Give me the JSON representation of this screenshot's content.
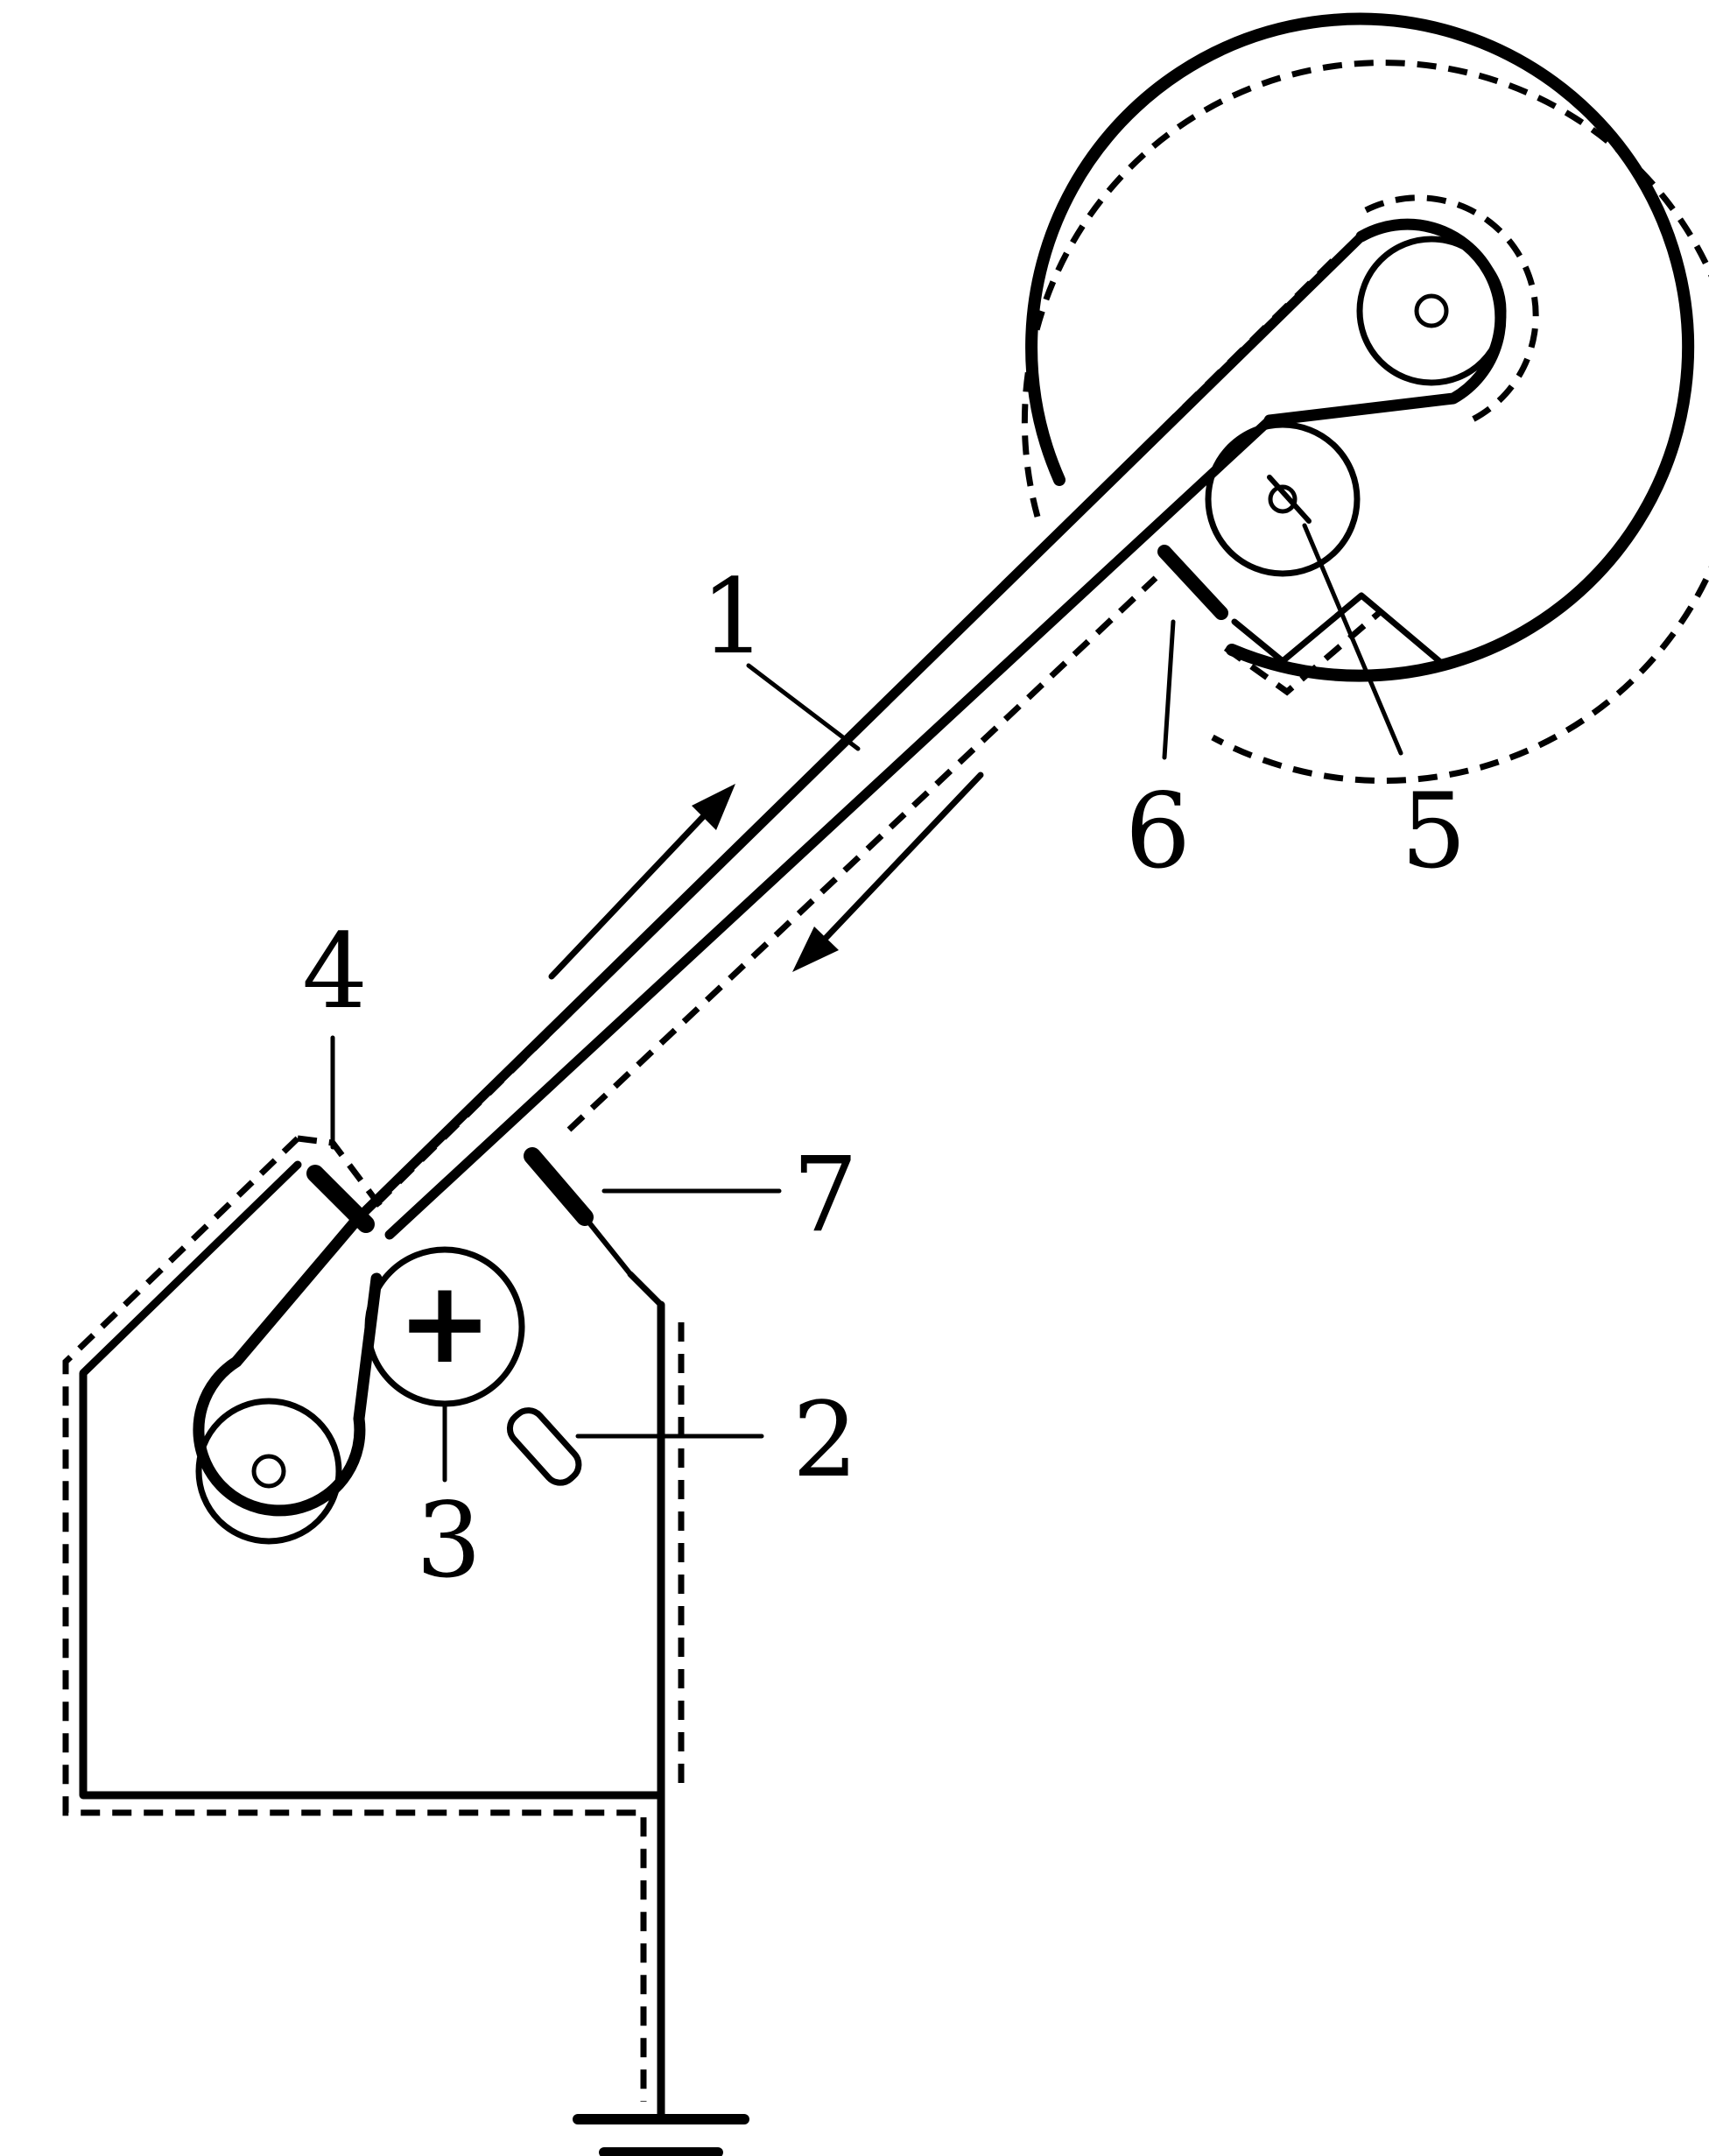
{
  "diagram": {
    "labels": [
      {
        "id": "belt",
        "text": "1"
      },
      {
        "id": "brush-comb",
        "text": "2"
      },
      {
        "id": "drive-roller",
        "text": "3"
      },
      {
        "id": "upper-collector",
        "text": "4"
      },
      {
        "id": "top-roller",
        "text": "5"
      },
      {
        "id": "discharge-comb",
        "text": "6"
      },
      {
        "id": "lower-collector",
        "text": "7"
      }
    ],
    "roller_symbol": "+"
  },
  "colors": {
    "ink": "#000000",
    "background": "#ffffff"
  }
}
